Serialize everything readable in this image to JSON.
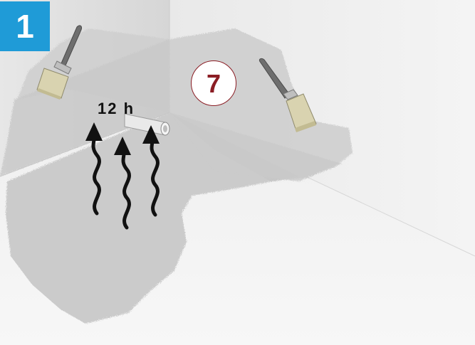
{
  "step": {
    "number": "1",
    "color": "#1f9bd7"
  },
  "marker": {
    "label": "7",
    "color": "#8b1d24"
  },
  "drying": {
    "time": "12 h"
  },
  "icons": [
    "paint-brush-icon",
    "paint-brush-icon",
    "wavy-up-arrow-icon",
    "wavy-up-arrow-icon",
    "wavy-up-arrow-icon"
  ]
}
